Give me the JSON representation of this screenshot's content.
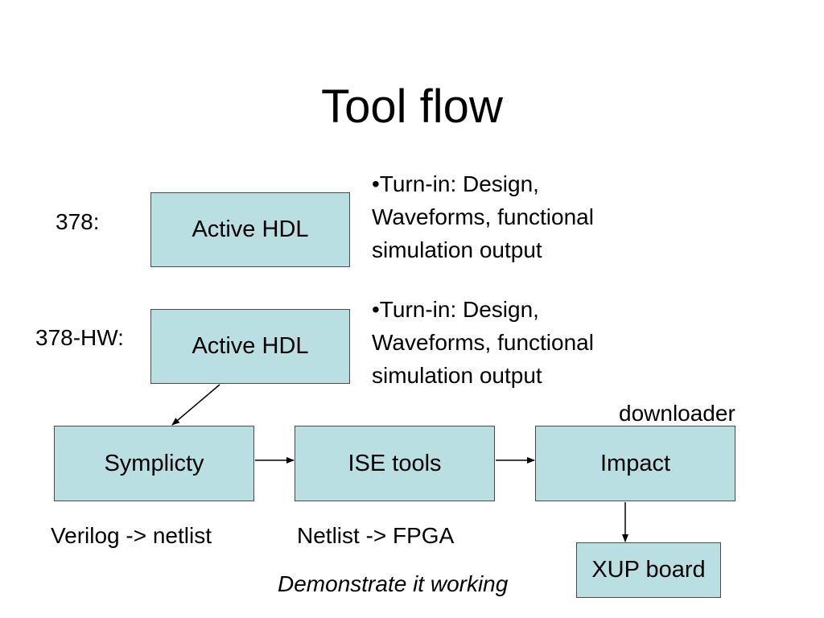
{
  "slide": {
    "title": "Tool flow"
  },
  "rows": {
    "row1_label": "378:",
    "row2_label": "378-HW:"
  },
  "boxes": {
    "active_hdl_1": "Active HDL",
    "active_hdl_2": "Active HDL",
    "symplicity": "Symplicty",
    "ise_tools": "ISE tools",
    "impact": "Impact",
    "xup_board": "XUP board"
  },
  "notes": {
    "turn_in_1": [
      "•Turn-in: Design,",
      "Waveforms, functional",
      "simulation output"
    ],
    "turn_in_2": [
      "•Turn-in: Design,",
      "Waveforms, functional",
      "simulation output"
    ]
  },
  "captions": {
    "downloader": "downloader",
    "verilog_netlist": "Verilog -> netlist",
    "netlist_fpga": "Netlist -> FPGA",
    "demonstrate": "Demonstrate it working"
  },
  "colors": {
    "box_fill": "#b9dfe2",
    "box_border": "#4a4a4a"
  }
}
